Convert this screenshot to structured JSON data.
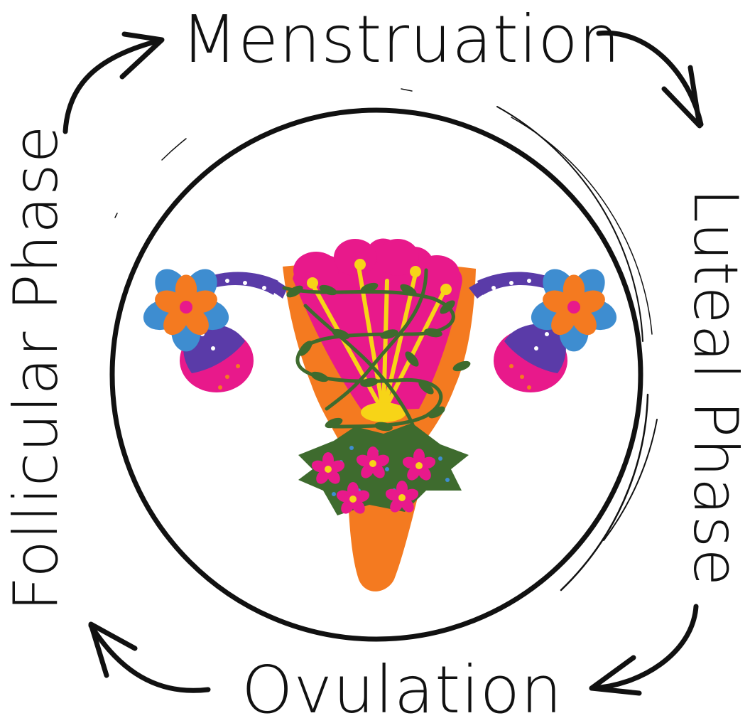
{
  "phases": {
    "top": "Menstruation",
    "right": "Luteal Phase",
    "bottom": "Ovulation",
    "left": "Follicular Phase"
  },
  "colors": {
    "ink": "#111111",
    "orange": "#F47A20",
    "magenta": "#E8198B",
    "purple": "#5A3BA8",
    "blue": "#3E8DD0",
    "yellow": "#F7D417",
    "green": "#3E6B2E"
  },
  "icons": [
    "cycle-arrow-icon",
    "uterus-illustration"
  ]
}
